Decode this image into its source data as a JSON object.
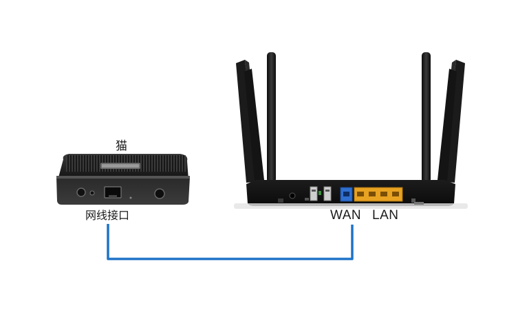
{
  "diagram": {
    "modem": {
      "label": "猫",
      "port_label": "网线接口"
    },
    "router": {
      "wan_label": "WAN",
      "lan_label": "LAN"
    },
    "colors": {
      "cable": "#1e73c8",
      "device_body": "#1a1a1a",
      "wan_port": "#2f6fd0",
      "lan_ports": "#e8a322"
    },
    "icons": [
      "modem-device-icon",
      "router-device-icon",
      "ethernet-cable-icon"
    ]
  }
}
